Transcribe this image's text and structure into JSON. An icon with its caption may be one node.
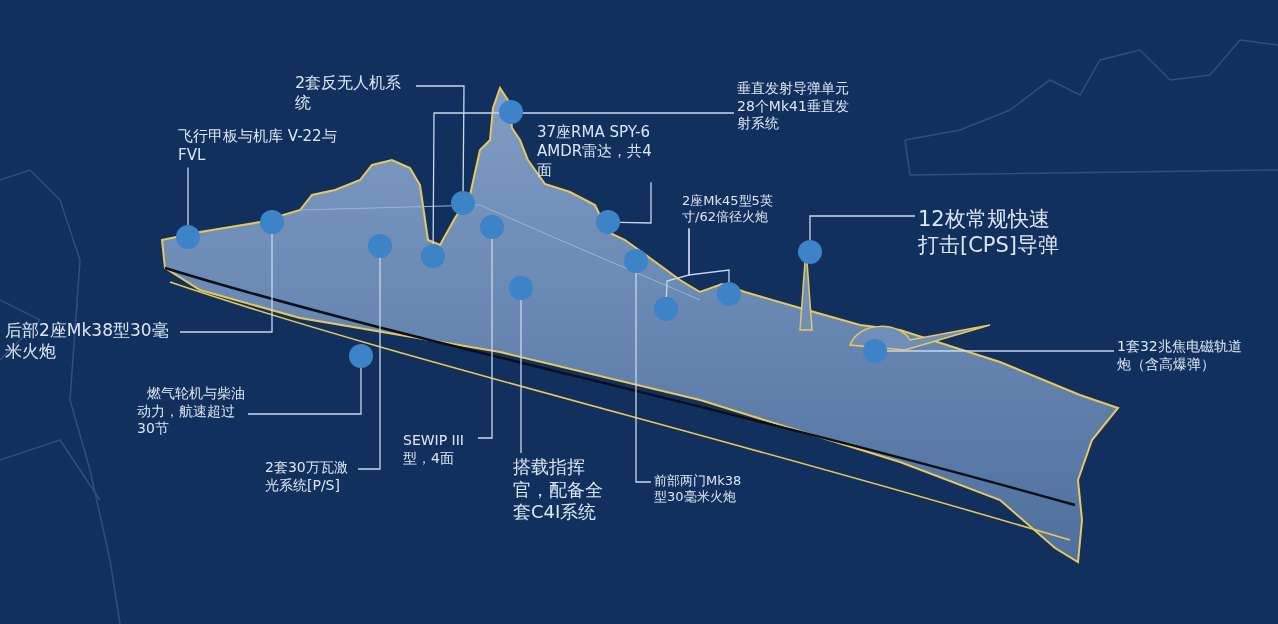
{
  "diagram": {
    "nodes": [
      {
        "text": [
          "2套反无人机系统"
        ]
      },
      {
        "text": [
          "垂直发射导弹单元",
          "28个Mk41垂直发射系统"
        ]
      },
      {
        "text": [
          "飞行甲板与机库 V-22与FVL"
        ]
      },
      {
        "text": [
          "37座RMA SPY-6 AMDR雷达，共4面"
        ]
      },
      {
        "text": [
          "2座Mk45型5英寸/62倍径火炮"
        ]
      },
      {
        "text": [
          "12枚常规快速打击[CPS]导弹"
        ]
      },
      {
        "text": [
          "后部2座Mk38型30毫米火炮"
        ]
      },
      {
        "text": [
          "1套32兆焦电磁轨道炮（含高爆弹）"
        ]
      },
      {
        "text": [
          "燃气轮机与柴油动力，航速超过30节"
        ]
      },
      {
        "text": [
          "SEWIP III型，4面"
        ]
      },
      {
        "text": [
          "2套30万瓦激光系统[P/S]"
        ]
      },
      {
        "text": [
          "搭载指挥官，配备全套C4I系统"
        ]
      },
      {
        "text": [
          "前部两门Mk38型30毫米火炮"
        ]
      },
      {
        "text": [],
        "shape": "circle"
      },
      {
        "text": [],
        "shape": "circle"
      },
      {
        "text": [],
        "shape": "circle"
      },
      {
        "text": [],
        "shape": "circle"
      },
      {
        "text": [],
        "shape": "circle"
      },
      {
        "text": [],
        "shape": "circle"
      },
      {
        "text": [],
        "shape": "circle"
      },
      {
        "text": [],
        "shape": "circle"
      },
      {
        "text": [],
        "shape": "circle"
      },
      {
        "text": [],
        "shape": "circle"
      },
      {
        "text": [],
        "shape": "circle"
      },
      {
        "text": [],
        "shape": "circle"
      },
      {
        "text": [],
        "shape": "circle"
      },
      {
        "text": [],
        "shape": "circle"
      },
      {
        "text": [],
        "shape": "circle"
      }
    ],
    "edges": [
      {
        "from": 0,
        "to": 18,
        "arrow": "none"
      },
      {
        "from": 1,
        "to": 17,
        "arrow": "none"
      },
      {
        "from": 2,
        "to": 14,
        "arrow": "none"
      },
      {
        "from": 3,
        "to": 20,
        "arrow": "none"
      },
      {
        "from": 4,
        "to": 23,
        "arrow": "none"
      },
      {
        "from": 4,
        "to": 24,
        "arrow": "none"
      },
      {
        "from": 5,
        "to": 25,
        "arrow": "none"
      },
      {
        "from": 6,
        "to": 15,
        "arrow": "none"
      },
      {
        "from": 7,
        "to": 26,
        "arrow": "none"
      },
      {
        "from": 8,
        "to": 27,
        "arrow": "none"
      },
      {
        "from": 9,
        "to": 19,
        "arrow": "none"
      },
      {
        "from": 10,
        "to": 16,
        "arrow": "none"
      },
      {
        "from": 11,
        "to": 21,
        "arrow": "none"
      },
      {
        "from": 12,
        "to": 22,
        "arrow": "none"
      }
    ]
  }
}
